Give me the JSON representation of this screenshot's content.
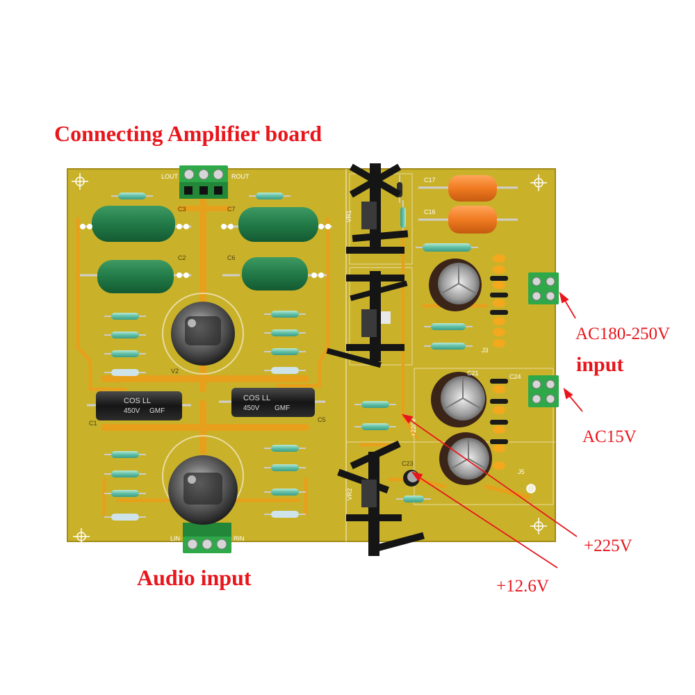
{
  "labels": {
    "top": "Connecting Amplifier board",
    "bottom": "Audio input",
    "ac_high": "AC180-250V",
    "input": "input",
    "ac_low": "AC15V",
    "v225": "+225V",
    "v126": "+12.6V"
  },
  "silkscreen": {
    "lout": "LOUT",
    "rout": "ROUT",
    "lin": "LIN",
    "rin": "RIN",
    "v2": "V2",
    "c1": "C1",
    "c2": "C2",
    "c3": "C3",
    "c5": "C5",
    "c6": "C6",
    "c7": "C7",
    "c16": "C16",
    "c17": "C17",
    "c21": "C21",
    "c23": "C23",
    "c24": "C24",
    "j3": "J3",
    "j5": "J5",
    "vr1": "VR1",
    "vr2": "VR2",
    "p220": "+220V",
    "cap_side_tag": "COS LL",
    "cap_rating": "450V",
    "cap_brand": "GMF"
  },
  "colors": {
    "board": "#c9b22a",
    "trace": "#e7a01b",
    "annotation": "#e8161c",
    "terminal": "#2fa84a",
    "green_cap": "#217a47",
    "orange_cap": "#f07a20"
  }
}
